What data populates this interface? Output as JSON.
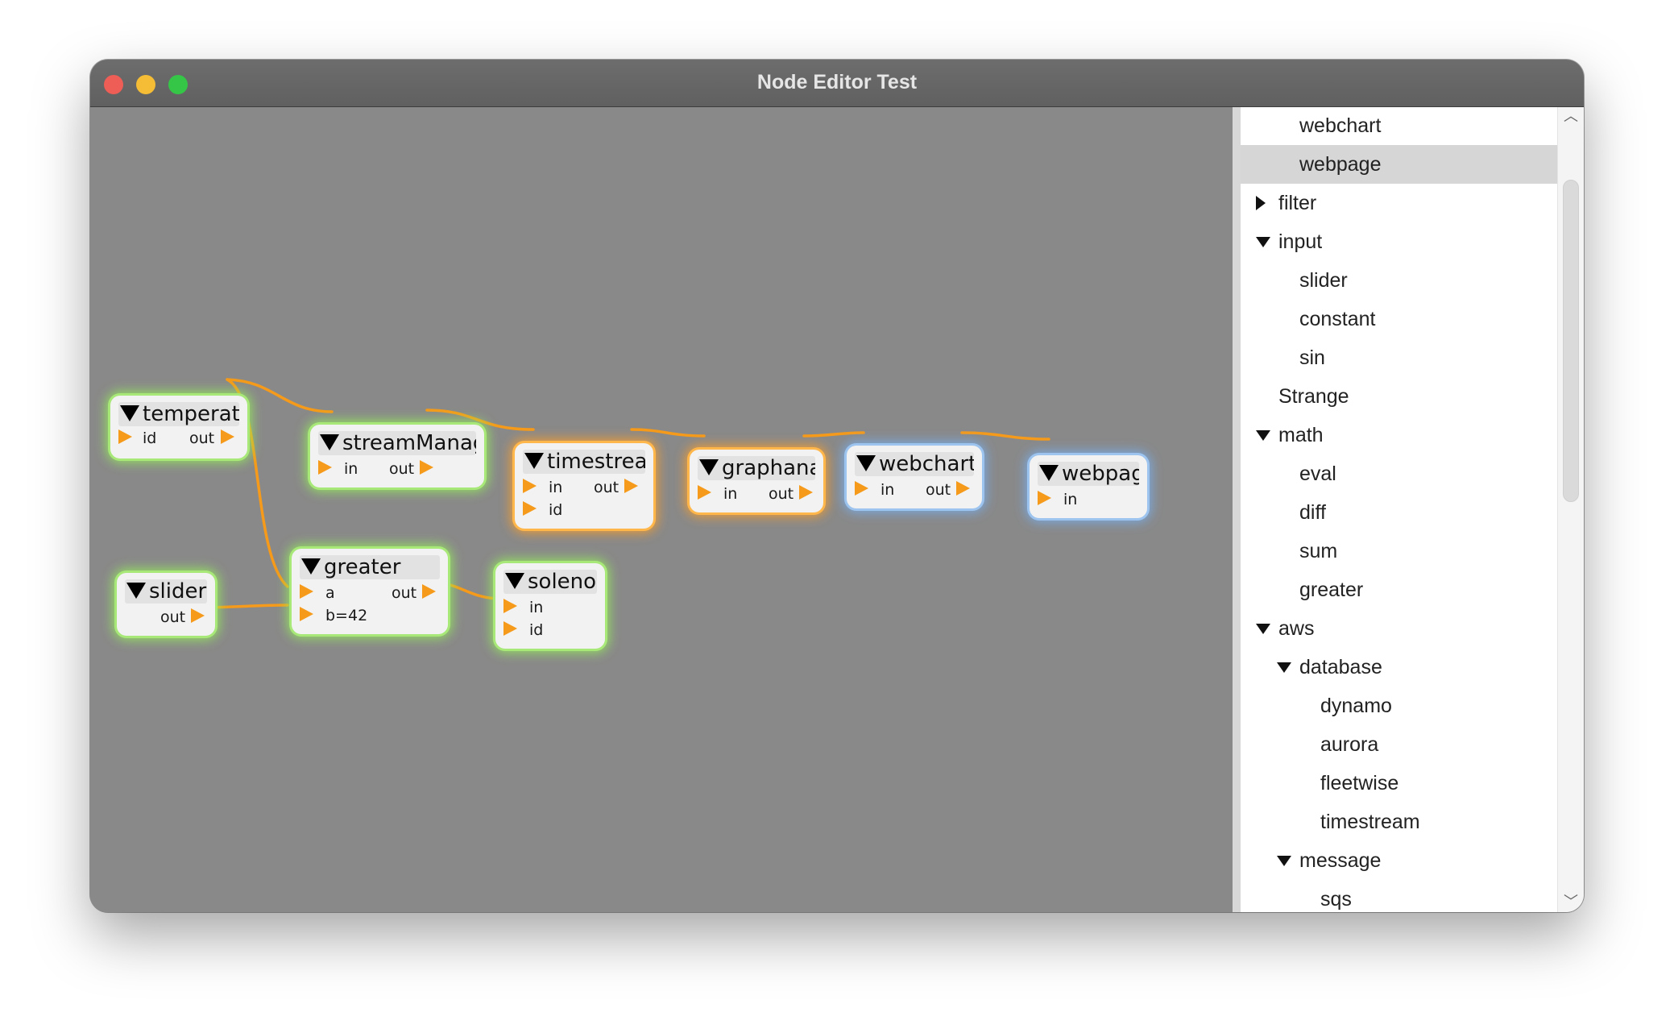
{
  "window": {
    "title": "Node Editor Test"
  },
  "nodes": {
    "temperature": {
      "title": "temperature",
      "ports": {
        "id": "id",
        "out": "out"
      }
    },
    "streamManager": {
      "title": "streamManager",
      "ports": {
        "in": "in",
        "out": "out"
      }
    },
    "timestream": {
      "title": "timestream",
      "ports": {
        "in": "in",
        "out": "out",
        "id": "id"
      }
    },
    "graphana": {
      "title": "graphana",
      "ports": {
        "in": "in",
        "out": "out"
      }
    },
    "webchart": {
      "title": "webchart",
      "ports": {
        "in": "in",
        "out": "out"
      }
    },
    "webpage": {
      "title": "webpage",
      "ports": {
        "in": "in"
      }
    },
    "slider": {
      "title": "slider",
      "ports": {
        "out": "out"
      }
    },
    "greater": {
      "title": "greater",
      "ports": {
        "a": "a",
        "b": "b=42",
        "out": "out"
      }
    },
    "solenoid": {
      "title": "solenoid",
      "ports": {
        "in": "in",
        "id": "id"
      }
    }
  },
  "colors": {
    "wire": "#f59a1a",
    "glow_green": "#a8e878",
    "glow_orange": "#ffb64a",
    "glow_blue": "#9cc4ee"
  },
  "tree": {
    "items": [
      {
        "label": "webchart",
        "toggle": "none",
        "selected": false
      },
      {
        "label": "webpage",
        "toggle": "none",
        "selected": true
      },
      {
        "label": "filter",
        "toggle": "collapsed",
        "selected": false
      },
      {
        "label": "input",
        "toggle": "expanded",
        "selected": false
      },
      {
        "label": "slider",
        "toggle": "none",
        "selected": false
      },
      {
        "label": "constant",
        "toggle": "none",
        "selected": false
      },
      {
        "label": "sin",
        "toggle": "none",
        "selected": false
      },
      {
        "label": "Strange",
        "toggle": "none",
        "selected": false
      },
      {
        "label": "math",
        "toggle": "expanded",
        "selected": false
      },
      {
        "label": "eval",
        "toggle": "none",
        "selected": false
      },
      {
        "label": "diff",
        "toggle": "none",
        "selected": false
      },
      {
        "label": "sum",
        "toggle": "none",
        "selected": false
      },
      {
        "label": "greater",
        "toggle": "none",
        "selected": false
      },
      {
        "label": "aws",
        "toggle": "expanded",
        "selected": false
      },
      {
        "label": "database",
        "toggle": "expanded",
        "selected": false
      },
      {
        "label": "dynamo",
        "toggle": "none",
        "selected": false
      },
      {
        "label": "aurora",
        "toggle": "none",
        "selected": false
      },
      {
        "label": "fleetwise",
        "toggle": "none",
        "selected": false
      },
      {
        "label": "timestream",
        "toggle": "none",
        "selected": false
      },
      {
        "label": "message",
        "toggle": "expanded",
        "selected": false
      },
      {
        "label": "sqs",
        "toggle": "none",
        "selected": false
      }
    ]
  }
}
